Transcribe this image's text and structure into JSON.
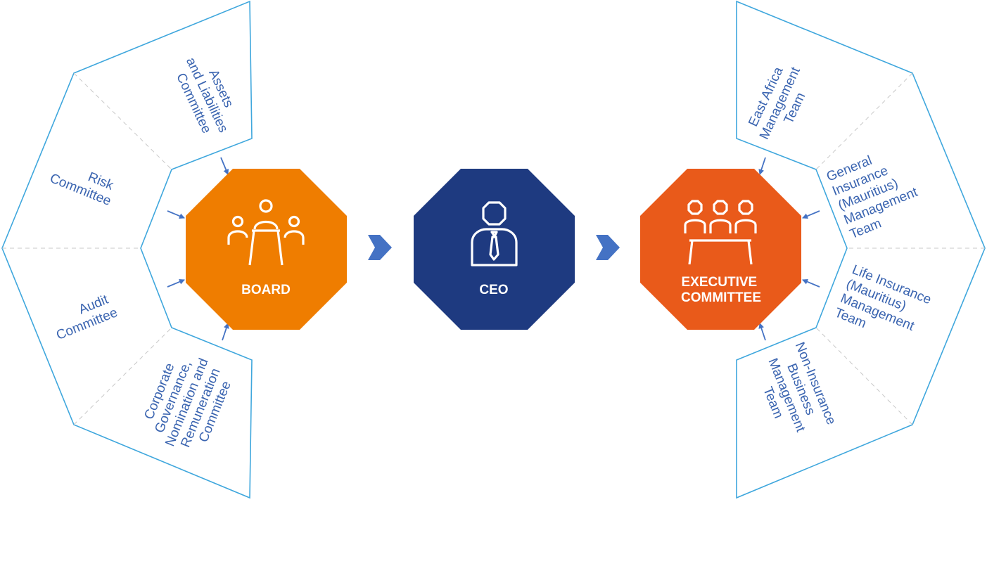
{
  "colors": {
    "board": "#ef7d00",
    "ceo": "#1e3a80",
    "executive_committee": "#e95a1a",
    "outline": "#3fa7dd",
    "label_text": "#3a64b0",
    "connector_arrow": "#4472c4"
  },
  "hubs": {
    "board": {
      "label": "BOARD",
      "icon": "boardroom-meeting-icon"
    },
    "ceo": {
      "label": "CEO",
      "icon": "executive-person-icon"
    },
    "executive_committee": {
      "label_line1": "EXECUTIVE",
      "label_line2": "COMMITTEE",
      "icon": "team-meeting-icon"
    }
  },
  "board_committees": {
    "assets_liabilities": [
      "Assets",
      "and Liabilities",
      "Committee"
    ],
    "risk": [
      "Risk",
      "Committee"
    ],
    "audit": [
      "Audit",
      "Committee"
    ],
    "governance": [
      "Corporate",
      "Governance,",
      "Nomination and",
      "Remuneration",
      "Committee"
    ]
  },
  "management_teams": {
    "east_africa": [
      "East Africa",
      "Management",
      "Team"
    ],
    "general_insurance": [
      "General",
      "Insurance",
      "(Mauritius)",
      "Management",
      "Team"
    ],
    "life_insurance": [
      "Life Insurance",
      "(Mauritius)",
      "Management",
      "Team"
    ],
    "non_insurance": [
      "Non-Insurance",
      "Business",
      "Management",
      "Team"
    ]
  }
}
